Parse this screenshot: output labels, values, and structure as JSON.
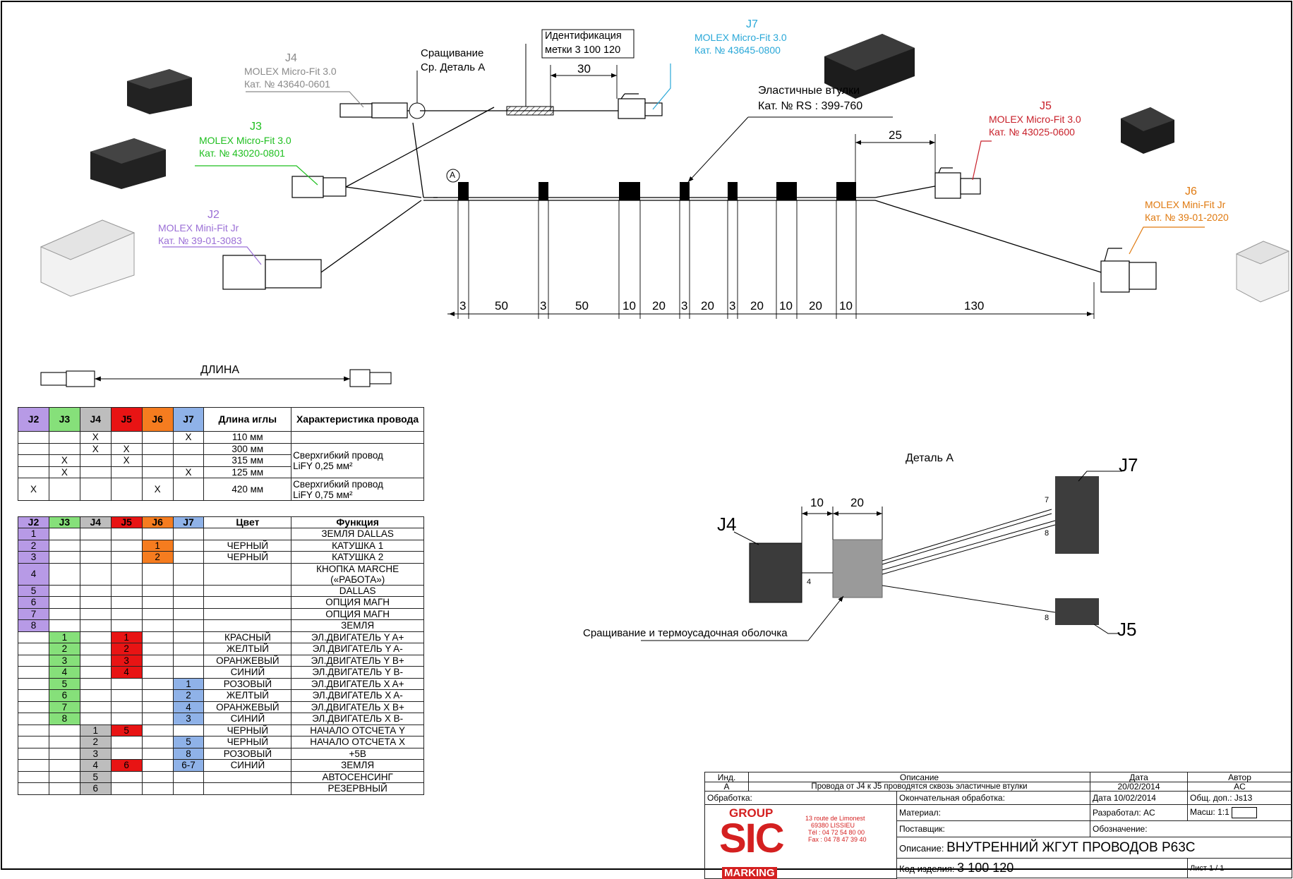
{
  "connectors": {
    "j4": {
      "id": "J4",
      "line1": "MOLEX Micro-Fit 3.0",
      "line2": "Кат. № 43640-0601",
      "color": "#8a8a8a"
    },
    "j3": {
      "id": "J3",
      "line1": "MOLEX Micro-Fit 3.0",
      "line2": "Кат. № 43020-0801",
      "color": "#1fbf1f"
    },
    "j2": {
      "id": "J2",
      "line1": "MOLEX Mini-Fit Jr",
      "line2": "Кат. № 39-01-3083",
      "color": "#9b6fd6"
    },
    "j7": {
      "id": "J7",
      "line1": "MOLEX Micro-Fit 3.0",
      "line2": "Кат. № 43645-0800",
      "color": "#2aa8d8"
    },
    "j5": {
      "id": "J5",
      "line1": "MOLEX Micro-Fit 3.0",
      "line2": "Кат. № 43025-0600",
      "color": "#c8202a"
    },
    "j6": {
      "id": "J6",
      "line1": "MOLEX Mini-Fit Jr",
      "line2": "Кат. № 39-01-2020",
      "color": "#e07a10"
    }
  },
  "callouts": {
    "splice_line1": "Сращивание",
    "splice_line2": "Ср. Деталь A",
    "ident_line1": "Идентификация",
    "ident_line2": "метки 3 100 120",
    "sleeves_line1": "Эластичные втулки",
    "sleeves_line2": "Кат. № RS : 399-760",
    "detail_marker": "A"
  },
  "dimensions": {
    "label_30": "30",
    "label_25": "25",
    "bottom": [
      "3",
      "50",
      "3",
      "50",
      "10",
      "20",
      "3",
      "20",
      "3",
      "20",
      "10",
      "20",
      "10",
      "130"
    ]
  },
  "length_label": "ДЛИНА",
  "wire_table": {
    "headers": [
      "J2",
      "J3",
      "J4",
      "J5",
      "J6",
      "J7",
      "Длина иглы",
      "Характеристика провода"
    ],
    "rows": [
      {
        "j2": "",
        "j3": "",
        "j4": "X",
        "j5": "",
        "j6": "",
        "j7": "X",
        "len": "110 мм"
      },
      {
        "j2": "",
        "j3": "",
        "j4": "X",
        "j5": "X",
        "j6": "",
        "j7": "",
        "len": "300 мм"
      },
      {
        "j2": "",
        "j3": "X",
        "j4": "",
        "j5": "X",
        "j6": "",
        "j7": "",
        "len": "315 мм"
      },
      {
        "j2": "",
        "j3": "X",
        "j4": "",
        "j5": "",
        "j6": "",
        "j7": "X",
        "len": "125 мм"
      },
      {
        "j2": "X",
        "j3": "",
        "j4": "",
        "j5": "",
        "j6": "X",
        "j7": "",
        "len": "420 мм"
      }
    ],
    "char1_l1": "Сверхгибкий провод",
    "char1_l2": "LiFY 0,25 мм²",
    "char2_l1": "Сверхгибкий провод",
    "char2_l2": "LiFY 0,75 мм²"
  },
  "pin_table": {
    "headers": [
      "J2",
      "J3",
      "J4",
      "J5",
      "J6",
      "J7",
      "Цвет",
      "Функция"
    ],
    "rows": [
      {
        "j2": "1",
        "j3": "",
        "j4": "",
        "j5": "",
        "j6": "",
        "j7": "",
        "color": "",
        "func": "ЗЕМЛЯ DALLAS"
      },
      {
        "j2": "2",
        "j3": "",
        "j4": "",
        "j5": "",
        "j6": "1",
        "j7": "",
        "color": "ЧЕРНЫЙ",
        "func": "КАТУШКА 1"
      },
      {
        "j2": "3",
        "j3": "",
        "j4": "",
        "j5": "",
        "j6": "2",
        "j7": "",
        "color": "ЧЕРНЫЙ",
        "func": "КАТУШКА 2"
      },
      {
        "j2": "4",
        "j3": "",
        "j4": "",
        "j5": "",
        "j6": "",
        "j7": "",
        "color": "",
        "func": "КНОПКА MARCHE",
        "func2": "(«РАБОТА»)"
      },
      {
        "j2": "5",
        "j3": "",
        "j4": "",
        "j5": "",
        "j6": "",
        "j7": "",
        "color": "",
        "func": "DALLAS"
      },
      {
        "j2": "6",
        "j3": "",
        "j4": "",
        "j5": "",
        "j6": "",
        "j7": "",
        "color": "",
        "func": "ОПЦИЯ МАГН"
      },
      {
        "j2": "7",
        "j3": "",
        "j4": "",
        "j5": "",
        "j6": "",
        "j7": "",
        "color": "",
        "func": "ОПЦИЯ МАГН"
      },
      {
        "j2": "8",
        "j3": "",
        "j4": "",
        "j5": "",
        "j6": "",
        "j7": "",
        "color": "",
        "func": "ЗЕМЛЯ"
      },
      {
        "j2": "",
        "j3": "1",
        "j4": "",
        "j5": "1",
        "j6": "",
        "j7": "",
        "color": "КРАСНЫЙ",
        "func": "ЭЛ.ДВИГАТЕЛЬ Y A+"
      },
      {
        "j2": "",
        "j3": "2",
        "j4": "",
        "j5": "2",
        "j6": "",
        "j7": "",
        "color": "ЖЕЛТЫЙ",
        "func": "ЭЛ.ДВИГАТЕЛЬ Y A-"
      },
      {
        "j2": "",
        "j3": "3",
        "j4": "",
        "j5": "3",
        "j6": "",
        "j7": "",
        "color": "ОРАНЖЕВЫЙ",
        "func": "ЭЛ.ДВИГАТЕЛЬ Y B+"
      },
      {
        "j2": "",
        "j3": "4",
        "j4": "",
        "j5": "4",
        "j6": "",
        "j7": "",
        "color": "СИНИЙ",
        "func": "ЭЛ.ДВИГАТЕЛЬ Y B-"
      },
      {
        "j2": "",
        "j3": "5",
        "j4": "",
        "j5": "",
        "j6": "",
        "j7": "1",
        "color": "РОЗОВЫЙ",
        "func": "ЭЛ.ДВИГАТЕЛЬ X A+"
      },
      {
        "j2": "",
        "j3": "6",
        "j4": "",
        "j5": "",
        "j6": "",
        "j7": "2",
        "color": "ЖЕЛТЫЙ",
        "func": "ЭЛ.ДВИГАТЕЛЬ X A-"
      },
      {
        "j2": "",
        "j3": "7",
        "j4": "",
        "j5": "",
        "j6": "",
        "j7": "4",
        "color": "ОРАНЖЕВЫЙ",
        "func": "ЭЛ.ДВИГАТЕЛЬ X B+"
      },
      {
        "j2": "",
        "j3": "8",
        "j4": "",
        "j5": "",
        "j6": "",
        "j7": "3",
        "color": "СИНИЙ",
        "func": "ЭЛ.ДВИГАТЕЛЬ X B-"
      },
      {
        "j2": "",
        "j3": "",
        "j4": "1",
        "j5": "5",
        "j6": "",
        "j7": "",
        "color": "ЧЕРНЫЙ",
        "func": "НАЧАЛО ОТСЧЕТА Y"
      },
      {
        "j2": "",
        "j3": "",
        "j4": "2",
        "j5": "",
        "j6": "",
        "j7": "5",
        "color": "ЧЕРНЫЙ",
        "func": "НАЧАЛО ОТСЧЕТА X"
      },
      {
        "j2": "",
        "j3": "",
        "j4": "3",
        "j5": "",
        "j6": "",
        "j7": "8",
        "color": "РОЗОВЫЙ",
        "func": "+5В"
      },
      {
        "j2": "",
        "j3": "",
        "j4": "4",
        "j5": "6",
        "j6": "",
        "j7": "6-7",
        "color": "СИНИЙ",
        "func": "ЗЕМЛЯ"
      },
      {
        "j2": "",
        "j3": "",
        "j4": "5",
        "j5": "",
        "j6": "",
        "j7": "",
        "color": "",
        "func": "АВТОСЕНСИНГ"
      },
      {
        "j2": "",
        "j3": "",
        "j4": "6",
        "j5": "",
        "j6": "",
        "j7": "",
        "color": "",
        "func": "РЕЗЕРВНЫЙ"
      }
    ]
  },
  "detail": {
    "title": "Деталь A",
    "j4": "J4",
    "j7": "J7",
    "j5": "J5",
    "dim10": "10",
    "dim20": "20",
    "pin7": "7",
    "pin8a": "8",
    "pin4": "4",
    "pin8b": "8",
    "splice_note": "Сращивание и термоусадочная оболочка"
  },
  "title_block": {
    "h_ind": "Инд.",
    "h_desc": "Описание",
    "h_date": "Дата",
    "h_author": "Автор",
    "rev": "A",
    "rev_desc": "Провода от J4 к J5 проводятся сквозь эластичные втулки",
    "rev_date": "20/02/2014",
    "rev_author": "AC",
    "processing": "Обработка:",
    "final_processing": "Окончательная обработка:",
    "date_label": "Дата 10/02/2014",
    "general": "Общ. доп.: Js13",
    "material": "Материал:",
    "developer": "Разработал: AC",
    "scale": "Масш: 1:1",
    "supplier": "Поставщик:",
    "designation": "Обозначение:",
    "desc_label": "Описание:",
    "desc_value": "ВНУТРЕННИЙ ЖГУТ ПРОВОДОВ P63C",
    "code_label": "Код изделия:",
    "code_value": "3 100 120",
    "sheet": "Лист 1 / 1",
    "logo_group": "GROUP",
    "logo_sic": "SIC",
    "logo_marking": "MARKING",
    "addr1": "13 route de Limonest",
    "addr2": "69380 LISSIEU",
    "addr3": "Tél : 04 72 54 80 00",
    "addr4": "Fax : 04 78 47 39 40",
    "logo_red": "#d42020"
  }
}
